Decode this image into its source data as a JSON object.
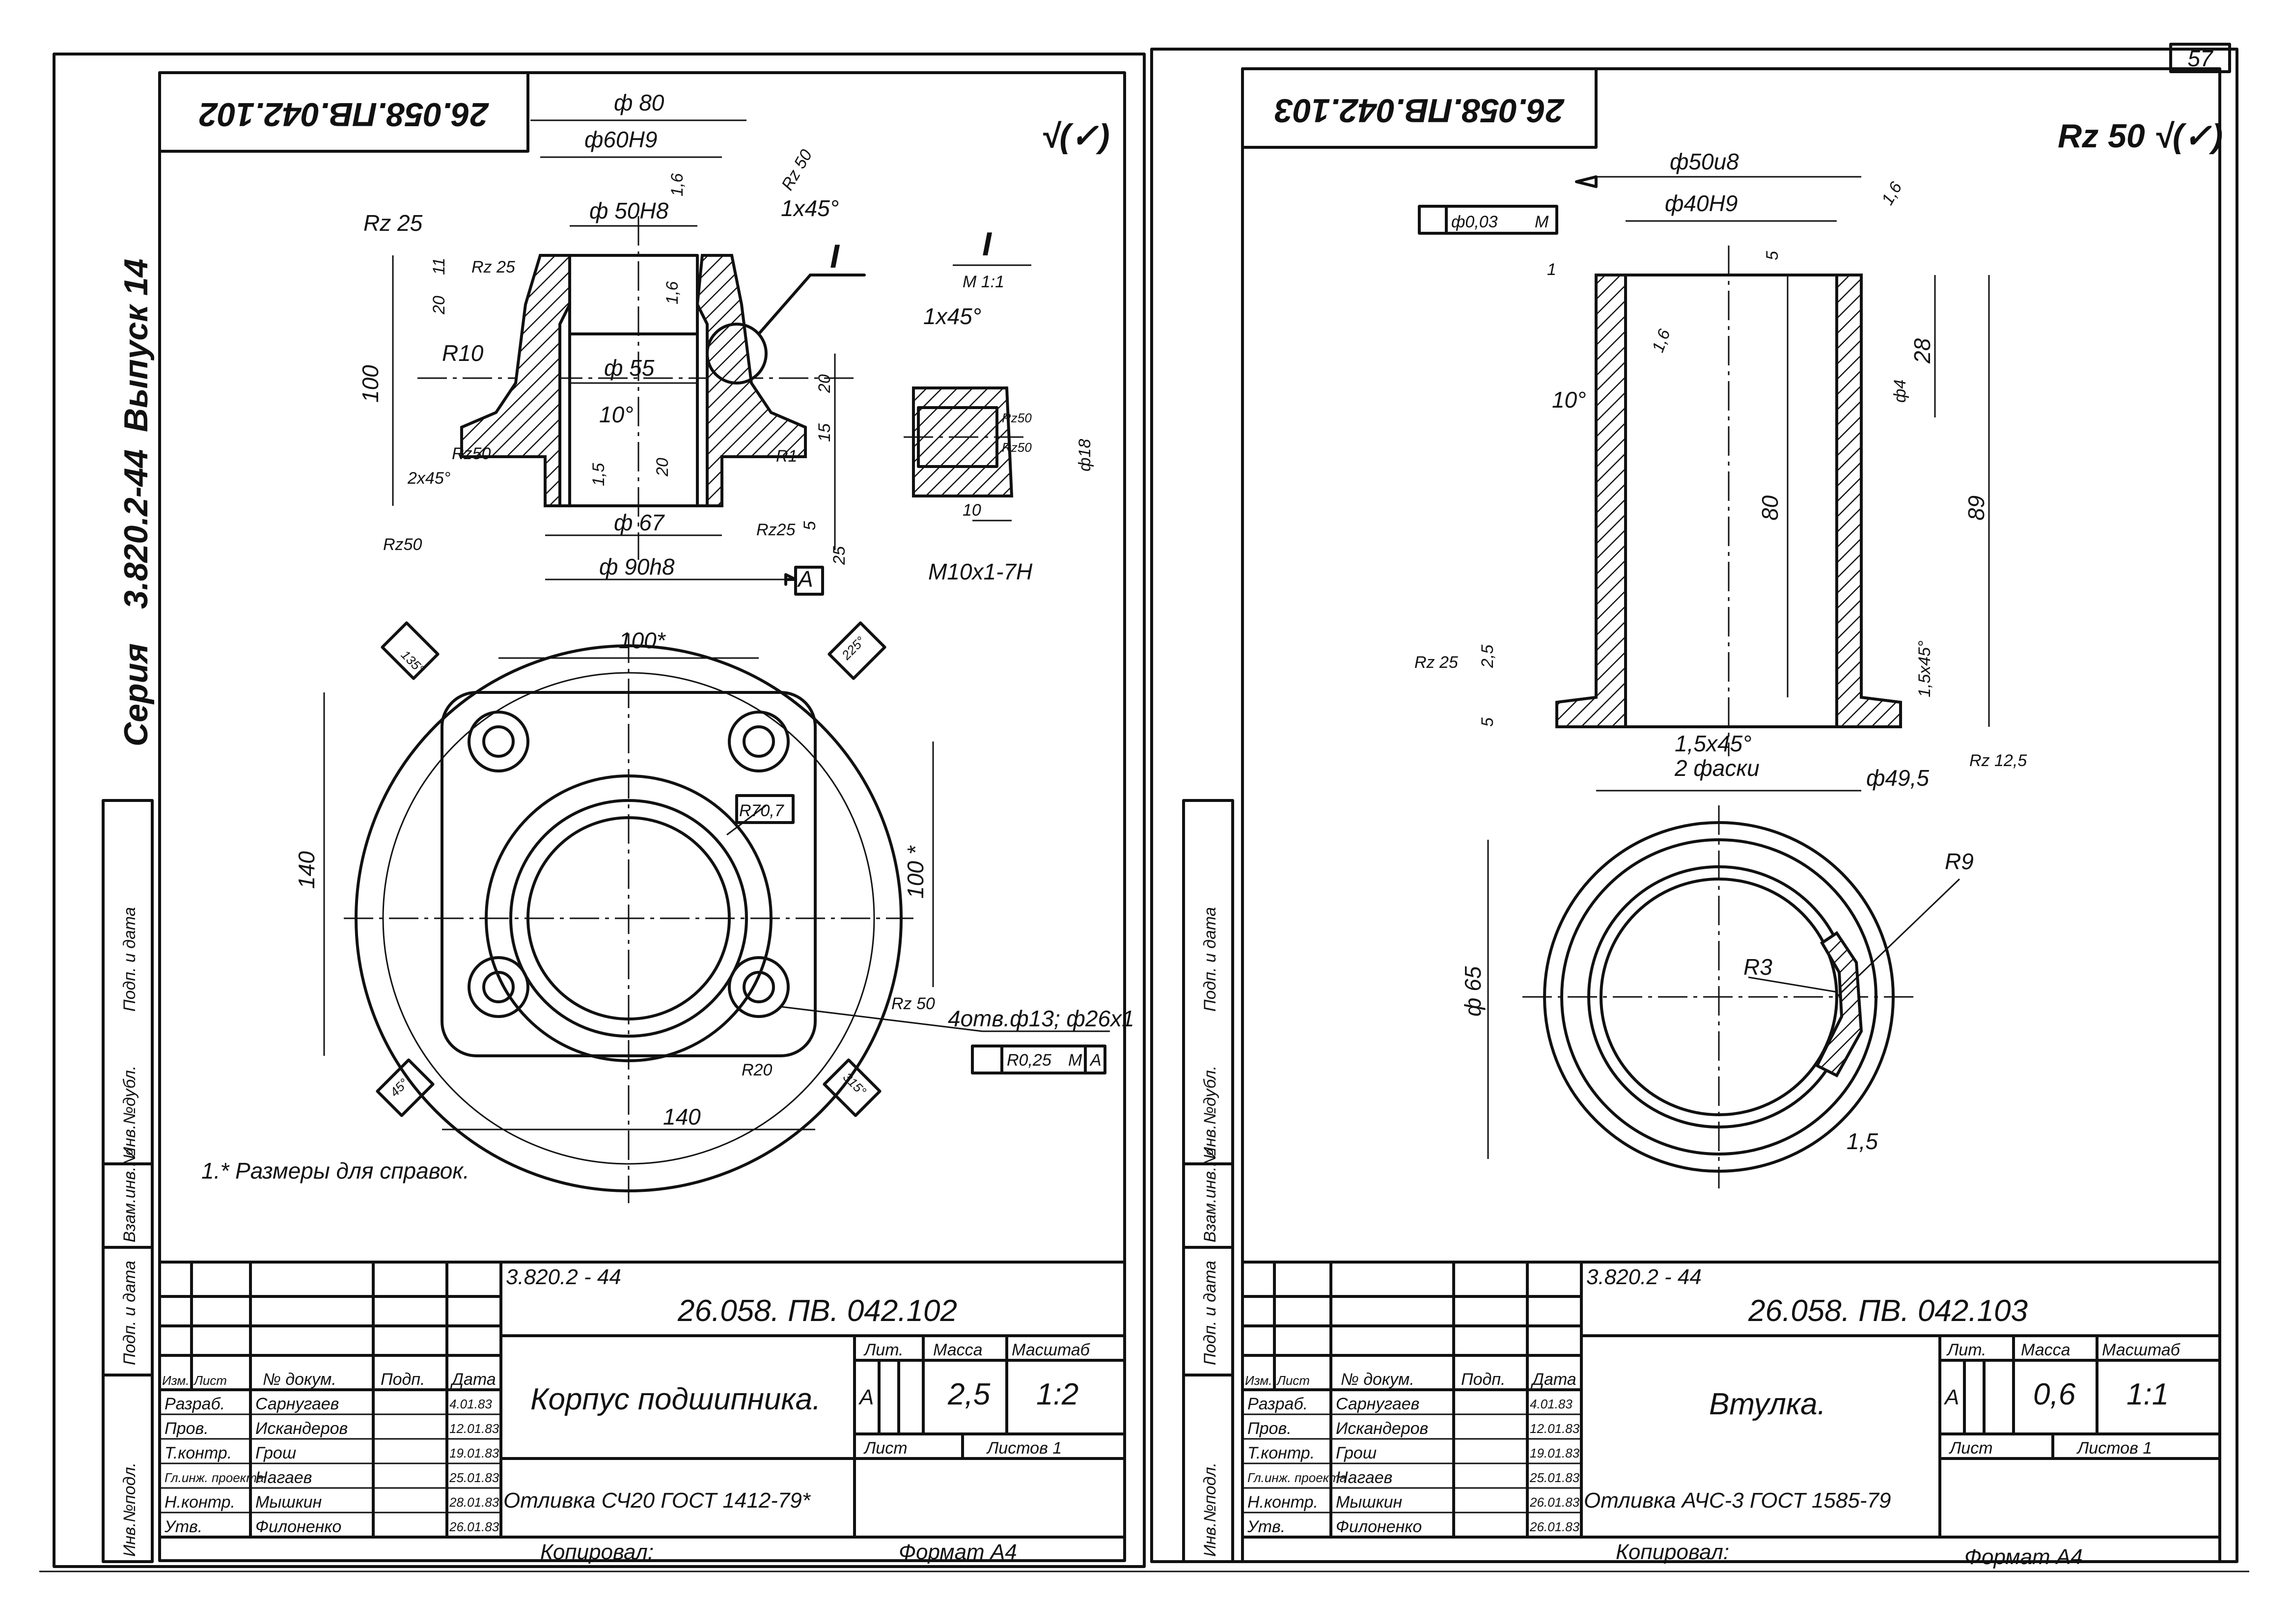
{
  "page_number": "57",
  "margin_labels": {
    "series": "Серия",
    "series_code": "3.820.2-44",
    "issue": "Выпуск 14",
    "stamps": [
      "Инв.№подл.",
      "Подп. и дата",
      "Взам.инв.№",
      "Инв.№дубл.",
      "Подп. и дата"
    ]
  },
  "left_sheet": {
    "stamp_code": "26.058.ПВ.042.102",
    "surface_mark": "√(✓)",
    "dims": {
      "d80": "ф 80",
      "d60": "ф60Н9",
      "d50": "ф 50Н8",
      "d55": "ф 55",
      "d67": "ф 67",
      "d90": "ф 90h8",
      "h100": "100",
      "h20a": "20",
      "h11": "11",
      "h20b": "20",
      "h15": "15",
      "h20c": "20",
      "h5": "5",
      "h25": "25",
      "h15b": "1,5",
      "ch1": "1х45°",
      "ch2": "2х45°",
      "r10": "R10",
      "r1": "R1",
      "a10": "10°",
      "rz25a": "Rz 25",
      "rz25b": "Rz 25",
      "rz25c": "Rz25",
      "rz50a": "Rz50",
      "rz50b": "Rz50",
      "rz50c": "Rz 50",
      "ra16": "1,6",
      "ra16b": "1,6",
      "datum": "А",
      "section": "I",
      "detail_title": "I",
      "detail_scale": "М 1:1",
      "detail_ch": "1х45°",
      "detail_d18": "ф18",
      "detail_10": "10",
      "detail_thread": "М10х1-7Н",
      "plan_100": "100*",
      "plan_100v": "100 *",
      "plan_140v": "140",
      "plan_140h": "140",
      "r707": "R70,7",
      "r20": "R20",
      "a135": "135°",
      "a225": "225°",
      "a45": "45°",
      "a315": "315°",
      "holes": "4отв.ф13; ф26х1",
      "tol_value": "R0,25",
      "tol_mod": "М",
      "tol_datum": "А"
    },
    "note": "1.* Размеры для справок.",
    "title_block": {
      "series": "3.820.2 - 44",
      "code": "26.058. ПВ. 042.102",
      "name": "Корпус подшипника.",
      "material": "Отливка СЧ20 ГОСТ 1412-79*",
      "headers": [
        "Изм.",
        "Лист",
        "№ докум.",
        "Подп.",
        "Дата"
      ],
      "roles": [
        "Разраб.",
        "Пров.",
        "Т.контр.",
        "Гл.инж. проекта",
        "Н.контр.",
        "Утв."
      ],
      "names": [
        "Сарнугаев",
        "Искандеров",
        "Грош",
        "Нагаев",
        "Мышкин",
        "Филоненко"
      ],
      "dates": [
        "4.01.83",
        "12.01.83",
        "19.01.83",
        "25.01.83",
        "28.01.83",
        "26.01.83"
      ],
      "lit_label": "Лит.",
      "mass_label": "Масса",
      "scale_label": "Масштаб",
      "lit": "А",
      "mass": "2,5",
      "scale": "1:2",
      "sheet_label": "Лист",
      "sheets_label": "Листов 1"
    },
    "copied": "Копировал:",
    "format": "Формат А4"
  },
  "right_sheet": {
    "stamp_code": "26.058.ПВ.042.103",
    "surface_mark": "Rz 50 √(✓)",
    "dims": {
      "d50": "ф50u8",
      "d40": "ф40Н9",
      "tol": "ф0,03",
      "tol_mod": "М",
      "ra16": "1,6",
      "ra16b": "1,6",
      "h5": "5",
      "h1": "1",
      "a10": "10°",
      "h28": "28",
      "d4": "ф4",
      "h80": "80",
      "h89": "89",
      "ch15": "1,5х45°",
      "rz25": "Rz 25",
      "h25": "2,5",
      "h5b": "5",
      "ch2": "1,5х45°",
      "ch2b": "2 фаски",
      "d495": "ф49,5",
      "rz125": "Rz 12,5",
      "d65": "ф 65",
      "r9": "R9",
      "r3": "R3",
      "w15": "1,5"
    },
    "title_block": {
      "series": "3.820.2 - 44",
      "code": "26.058. ПВ. 042.103",
      "name": "Втулка.",
      "material": "Отливка АЧС-3 ГОСТ 1585-79",
      "headers": [
        "Изм.",
        "Лист",
        "№ докум.",
        "Подп.",
        "Дата"
      ],
      "roles": [
        "Разраб.",
        "Пров.",
        "Т.контр.",
        "Гл.инж. проекта",
        "Н.контр.",
        "Утв."
      ],
      "names": [
        "Сарнугаев",
        "Искандеров",
        "Грош",
        "Нагаев",
        "Мышкин",
        "Филоненко"
      ],
      "dates": [
        "4.01.83",
        "12.01.83",
        "19.01.83",
        "25.01.83",
        "26.01.83",
        "26.01.83"
      ],
      "lit_label": "Лит.",
      "mass_label": "Масса",
      "scale_label": "Масштаб",
      "lit": "А",
      "mass": "0,6",
      "scale": "1:1",
      "sheet_label": "Лист",
      "sheets_label": "Листов 1"
    },
    "copied": "Копировал:",
    "format": "Формат А4"
  }
}
